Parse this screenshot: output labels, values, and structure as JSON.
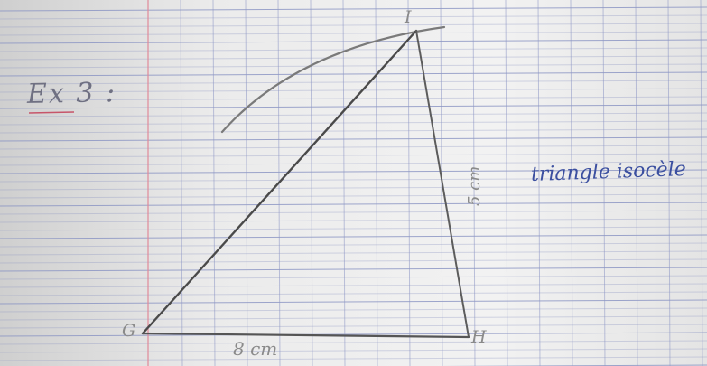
{
  "exercise_title": "Ex 3 :",
  "annotation": "triangle isocèle",
  "vertices": {
    "g": "G",
    "h": "H",
    "i": "I"
  },
  "lengths": {
    "gh": "8 cm",
    "ih": "5 cm"
  },
  "colors": {
    "paper": "#eeeeee",
    "grid_line": "#8d96c4",
    "margin_line": "#e08a9a",
    "pencil": "#555555",
    "ink": "#3b4fa0"
  }
}
